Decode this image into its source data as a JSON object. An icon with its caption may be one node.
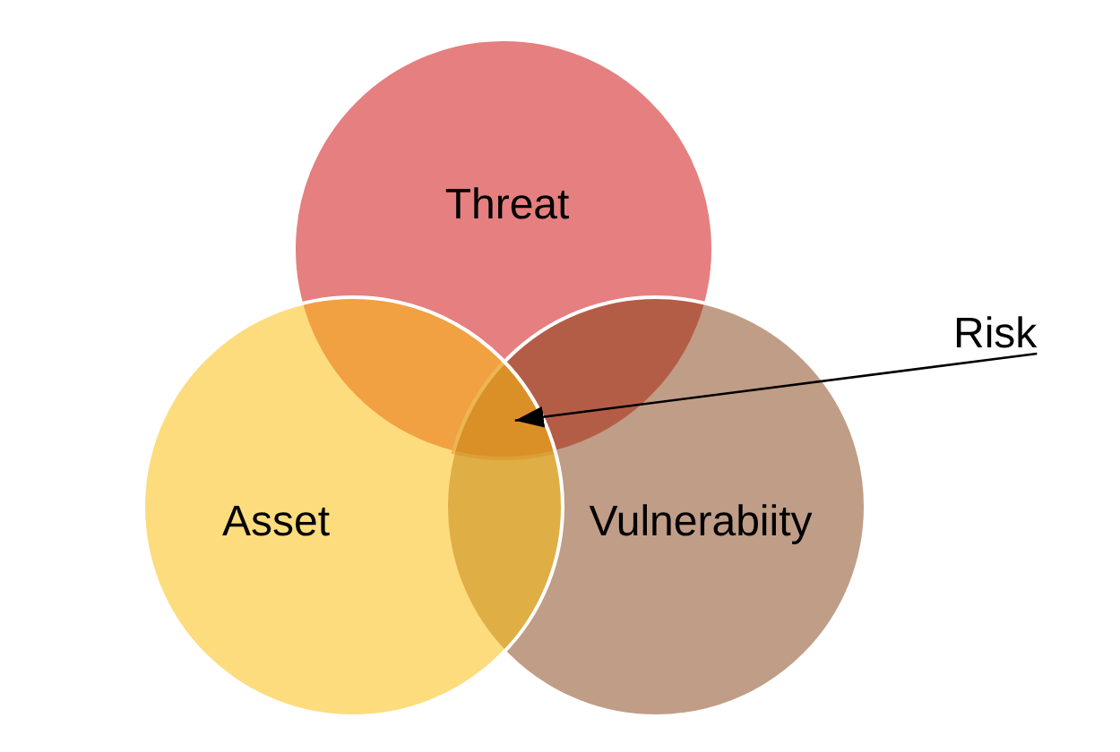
{
  "diagram": {
    "nodes": [
      {
        "text": [
          "Threat"
        ]
      },
      {
        "text": [
          "Asset"
        ]
      },
      {
        "text": [
          "Vulnerabiity"
        ]
      },
      {
        "text": [],
        "shape": "triangle"
      },
      {
        "text": [
          "Risk"
        ]
      }
    ],
    "edges": [
      {
        "from": 4,
        "to": 3,
        "arrow": "to"
      }
    ]
  }
}
